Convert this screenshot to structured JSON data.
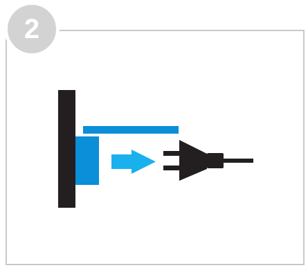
{
  "step": {
    "number": "2"
  },
  "illustration": {
    "wall_icon": "wall-panel",
    "device_icon": "plug-in-device",
    "arrow_icon": "unplug-arrow",
    "plug_icon": "power-plug",
    "colors": {
      "wall": "#231f20",
      "device_top_bar": "#0a8fd8",
      "device_body": "#0a8fd8",
      "arrow": "#19b0ee",
      "plug": "#231f20",
      "frame_border": "#c9c9c9",
      "badge": "#d3d3d3"
    }
  }
}
